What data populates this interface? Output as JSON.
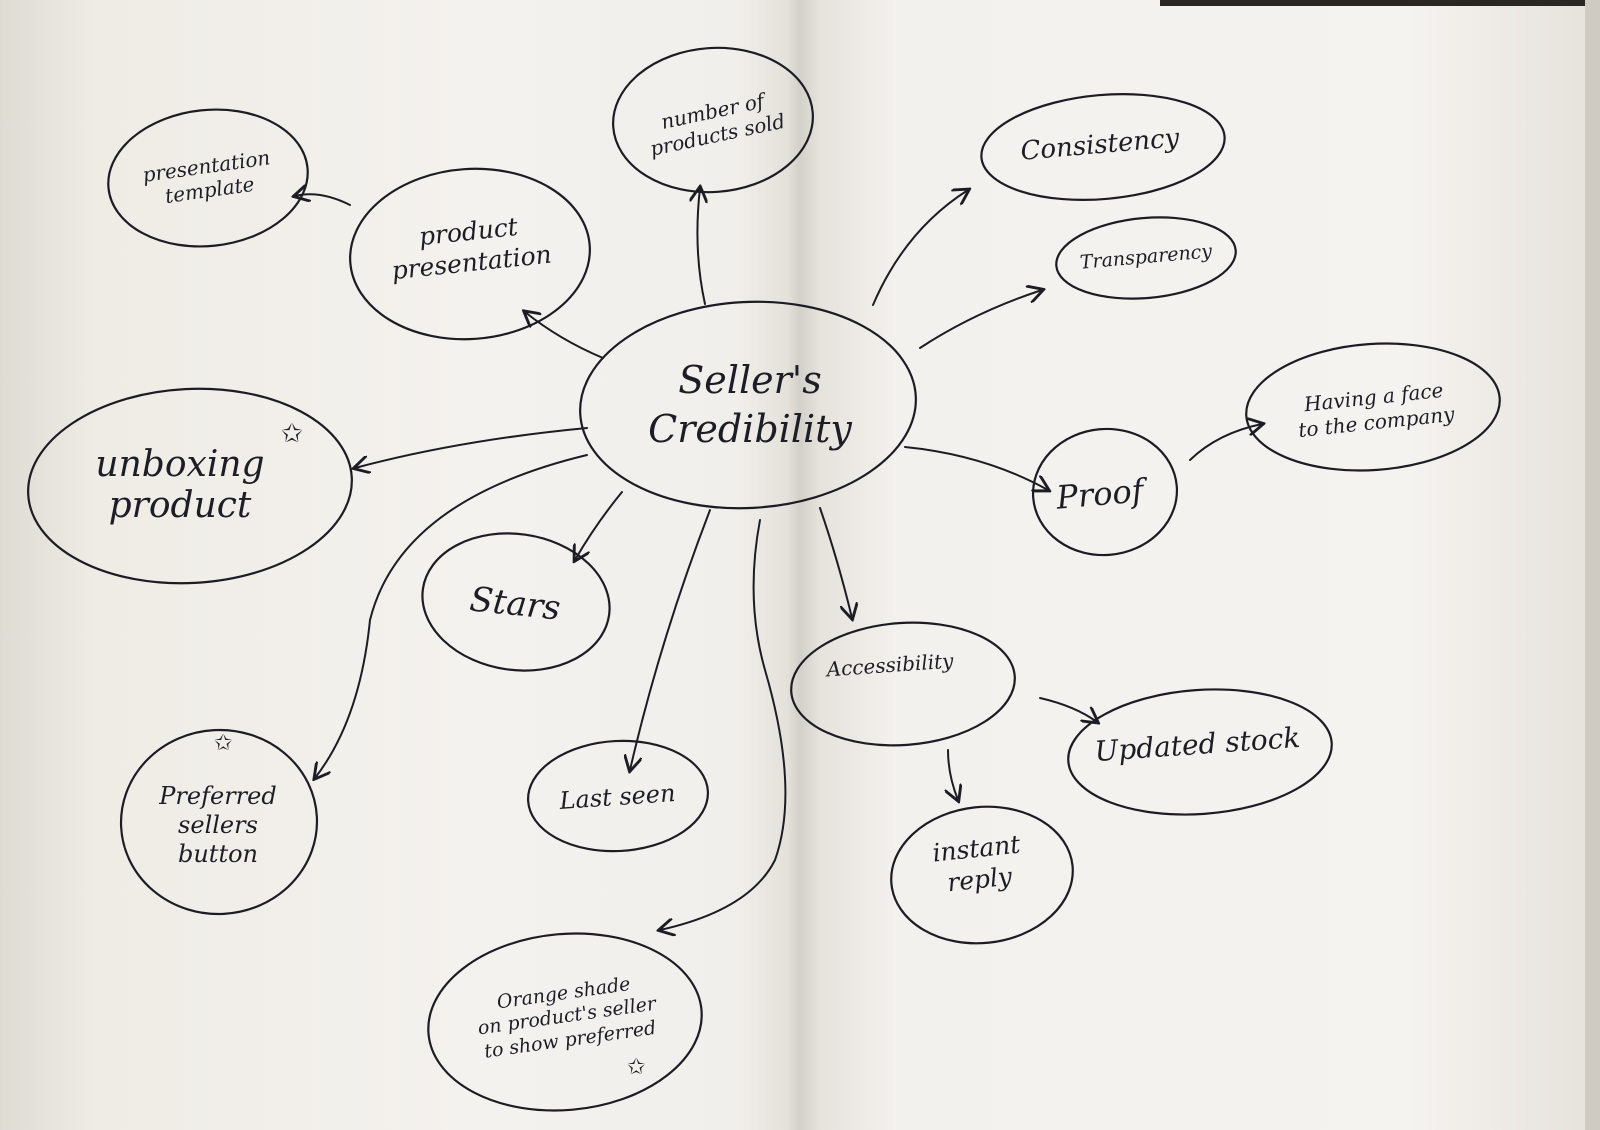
{
  "central": "Seller's\nCredibility",
  "nodes": {
    "presentation_template": "presentation\ntemplate",
    "product_presentation": "product\npresentation",
    "products_sold": "number of\nproducts sold",
    "consistency": "Consistency",
    "transparency": "Transparency",
    "having_face": "Having a face\nto the company",
    "proof": "Proof",
    "unboxing": "unboxing\nproduct",
    "stars": "Stars",
    "accessibility": "Accessibility",
    "updated_stock": "Updated stock",
    "instant_reply": "instant\nreply",
    "last_seen": "Last seen",
    "preferred_button": "Preferred\nsellers\nbutton",
    "orange_shade": "Orange shade\non product's seller\nto show preferred"
  },
  "marks": {
    "star_symbol": "✩"
  }
}
